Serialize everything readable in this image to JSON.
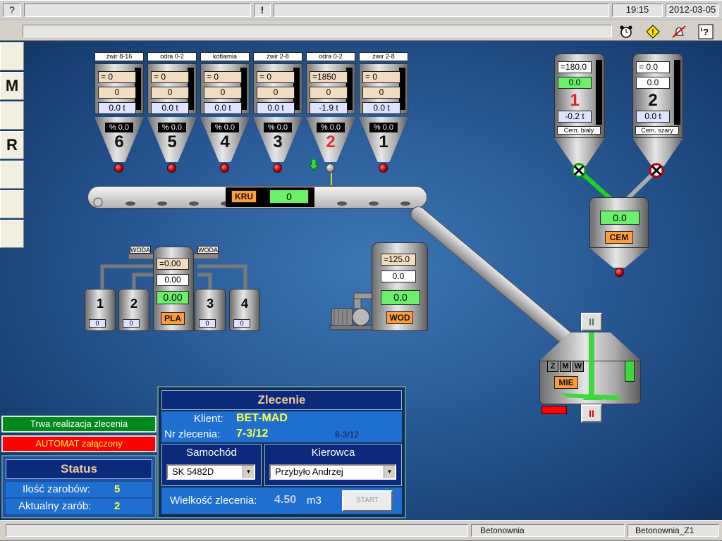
{
  "top_bar": {
    "help": "?",
    "alert": "!",
    "time": "19:15",
    "date": "2012-03-05"
  },
  "side_buttons": [
    "",
    "M",
    "",
    "R",
    "",
    "",
    "",
    ""
  ],
  "hoppers": [
    {
      "label": "żwir 8-16",
      "set": "=    0",
      "actual": "0",
      "weight": "0.0  t",
      "pct": "% 0.0",
      "num": "6",
      "num_color": "#111",
      "ball": "red"
    },
    {
      "label": "odra 0-2",
      "set": "=    0",
      "actual": "0",
      "weight": "0.0  t",
      "pct": "% 0.0",
      "num": "5",
      "num_color": "#111",
      "ball": "red"
    },
    {
      "label": "kotlarnia",
      "set": "=    0",
      "actual": "0",
      "weight": "0.0  t",
      "pct": "% 0.0",
      "num": "4",
      "num_color": "#111",
      "ball": "red"
    },
    {
      "label": "żwir 2-8",
      "set": "=    0",
      "actual": "0",
      "weight": "0.0  t",
      "pct": "% 0.0",
      "num": "3",
      "num_color": "#111",
      "ball": "red"
    },
    {
      "label": "odra 0-2",
      "set": "=1850",
      "actual": "0",
      "weight": "-1.9  t",
      "pct": "% 0.0",
      "num": "2",
      "num_color": "#e83030",
      "ball": "grey"
    },
    {
      "label": "żwir 2-8",
      "set": "=    0",
      "actual": "0",
      "weight": "0.0  t",
      "pct": "% 0.0",
      "num": "1",
      "num_color": "#111",
      "ball": "red"
    }
  ],
  "conveyor": {
    "label": "KRU",
    "value": "0"
  },
  "cement_silos": [
    {
      "set": "=180.0",
      "actual": "0.0",
      "num": "1",
      "num_color": "#e82020",
      "weight": "-0.2  t",
      "name": "Cem. biały"
    },
    {
      "set": "=   0.0",
      "actual": "0.0",
      "num": "2",
      "num_color": "#111",
      "weight": "0.0  t",
      "name": "Cem. szary"
    }
  ],
  "cem_scale": {
    "value": "0.0",
    "label": "CEM"
  },
  "plasticizer": {
    "woda_left": "WODA",
    "woda_right": "WODA",
    "set": "=0.00",
    "actual": "0.00",
    "value": "0.00",
    "label": "PLA",
    "tanks": [
      {
        "num": "1",
        "value": "0"
      },
      {
        "num": "2",
        "value": "0"
      },
      {
        "num": "3",
        "value": "0"
      },
      {
        "num": "4",
        "value": "0"
      }
    ]
  },
  "water": {
    "set": "=125.0",
    "actual": "0.0",
    "value": "0.0",
    "label": "WOD"
  },
  "mixer": {
    "label": "MIE",
    "modes": [
      "Z",
      "M",
      "W"
    ],
    "pause": "II"
  },
  "status_messages": {
    "running": "Trwa realizacja zlecenia",
    "automat": "AUTOMAT załączony"
  },
  "status": {
    "title": "Status",
    "batch_count_label": "Ilość zarobów:",
    "batch_count": "5",
    "current_batch_label": "Aktualny zarób:",
    "current_batch": "2"
  },
  "order": {
    "title": "Zlecenie",
    "client_label": "Klient:",
    "client": "BET-MAD",
    "order_no_label": "Nr zlecenia:",
    "order_no": "7-3/12",
    "order_no_alt": "8-3/12",
    "vehicle_label": "Samochód",
    "vehicle": "SK 5482D",
    "driver_label": "Kierowca",
    "driver": "Przybyło Andrzej",
    "size_label": "Wielkość zlecenia:",
    "size": "4.50",
    "size_unit": "m3",
    "start_label": "START"
  },
  "bottom_bar": {
    "app": "Betonownia",
    "station": "Betonownia_Z1"
  },
  "colors": {
    "background": "#2b5d99",
    "orange_tag": "#ff9d3b",
    "green_value": "#6cf06c",
    "alarm_red": "#ff0000",
    "running_green": "#008a1e"
  }
}
